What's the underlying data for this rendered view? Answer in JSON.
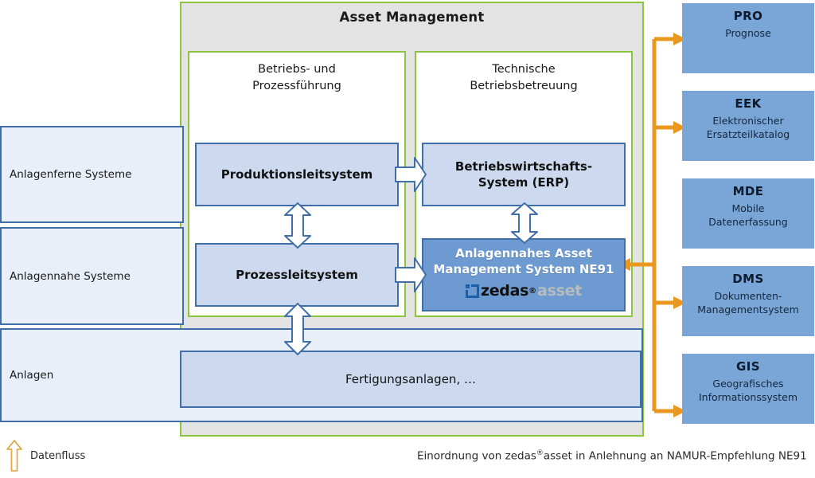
{
  "diagram": {
    "title": "Asset Management",
    "caption_prefix": "Einordnung von zedas",
    "caption_reg": "®",
    "caption_suffix": "asset in Anlehnung an NAMUR-Empfehlung NE91",
    "legend_label": "Datenfluss"
  },
  "columns": [
    {
      "id": "betriebs",
      "title": "Betriebs- und\nProzessführung"
    },
    {
      "id": "technische",
      "title": "Technische\nBetriebsbetreuung"
    }
  ],
  "column_titles": {
    "left_line1": "Betriebs- und",
    "left_line2": "Prozessführung",
    "right_line1": "Technische",
    "right_line2": "Betriebsbetreuung"
  },
  "scale_rows": [
    {
      "id": "anlagenferne",
      "label": "Anlagenferne Systeme"
    },
    {
      "id": "anlagennahe",
      "label": "Anlagennahe Systeme"
    },
    {
      "id": "anlagen",
      "label": "Anlagen"
    }
  ],
  "systems": {
    "produktionsleitsystem": "Produktionsleitsystem",
    "erp_line1": "Betriebswirtschafts-",
    "erp_line2": "System (ERP)",
    "prozessleitsystem": "Prozessleitsystem",
    "zedas_line1": "Anlagennahes Asset",
    "zedas_line2": "Management System NE91",
    "fertigungsanlagen": "Fertigungsanlagen, …"
  },
  "zedas_logo": {
    "wordmark": "zedas",
    "registered": "®",
    "suffix": "asset"
  },
  "modules": [
    {
      "abbr": "PRO",
      "name": "Prognose"
    },
    {
      "abbr": "EEK",
      "name": "Elektronischer\nErsatzteilkatalog"
    },
    {
      "abbr": "MDE",
      "name": "Mobile\nDatenerfassung"
    },
    {
      "abbr": "DMS",
      "name": "Dokumenten-\nManagementsystem"
    },
    {
      "abbr": "GIS",
      "name": "Geografisches\nInformationssystem"
    }
  ],
  "module_names": {
    "pro": "Prognose",
    "eek_l1": "Elektronischer",
    "eek_l2": "Ersatzteilkatalog",
    "mde_l1": "Mobile",
    "mde_l2": "Datenerfassung",
    "dms_l1": "Dokumenten-",
    "dms_l2": "Managementsystem",
    "gis_l1": "Geografisches",
    "gis_l2": "Informationssystem"
  },
  "colors": {
    "green_frame": "#8cc63e",
    "grey_panel": "#e3e3e3",
    "blue_border": "#3f6ea8",
    "light_blue_fill": "#ccd9ee",
    "pale_blue_fill": "#e8eff8",
    "zedas_fill": "#6d9bd1",
    "module_fill": "#79a6d6",
    "orange_flow": "#e8981e"
  }
}
